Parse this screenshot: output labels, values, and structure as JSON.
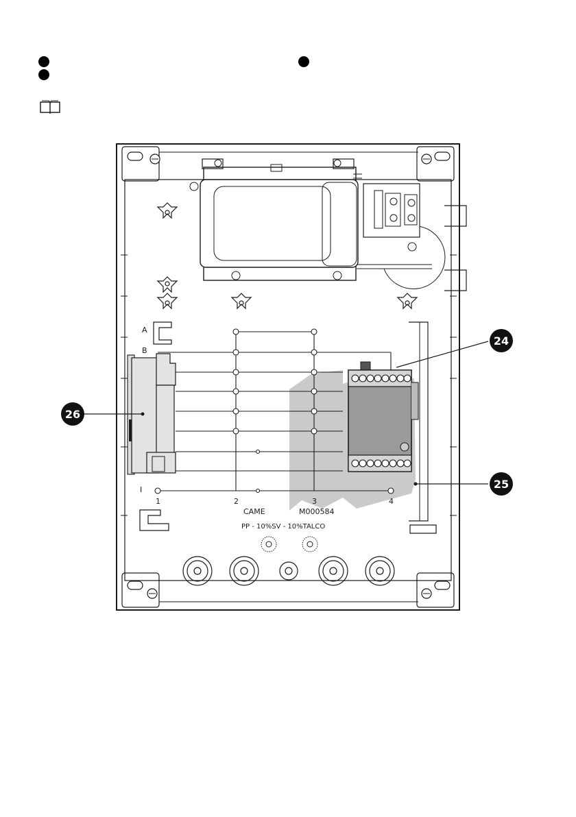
{
  "legend": {
    "bullet_count": 3
  },
  "diagram": {
    "row_labels": [
      "A",
      "B",
      "I"
    ],
    "column_labels": [
      "1",
      "2",
      "3",
      "4"
    ],
    "brand_text": "CAME",
    "code_text": "M000584",
    "material_text": "PP - 10%SV - 10%TALCO",
    "callouts": {
      "c24": "24",
      "c25": "25",
      "c26": "26"
    },
    "colors": {
      "line": "#1a1a1a",
      "card_fill": "#e3e3e3",
      "module_fill": "#9a9a9a",
      "shadow_fill": "#c4c4c4",
      "callout_fill": "#111111"
    }
  }
}
